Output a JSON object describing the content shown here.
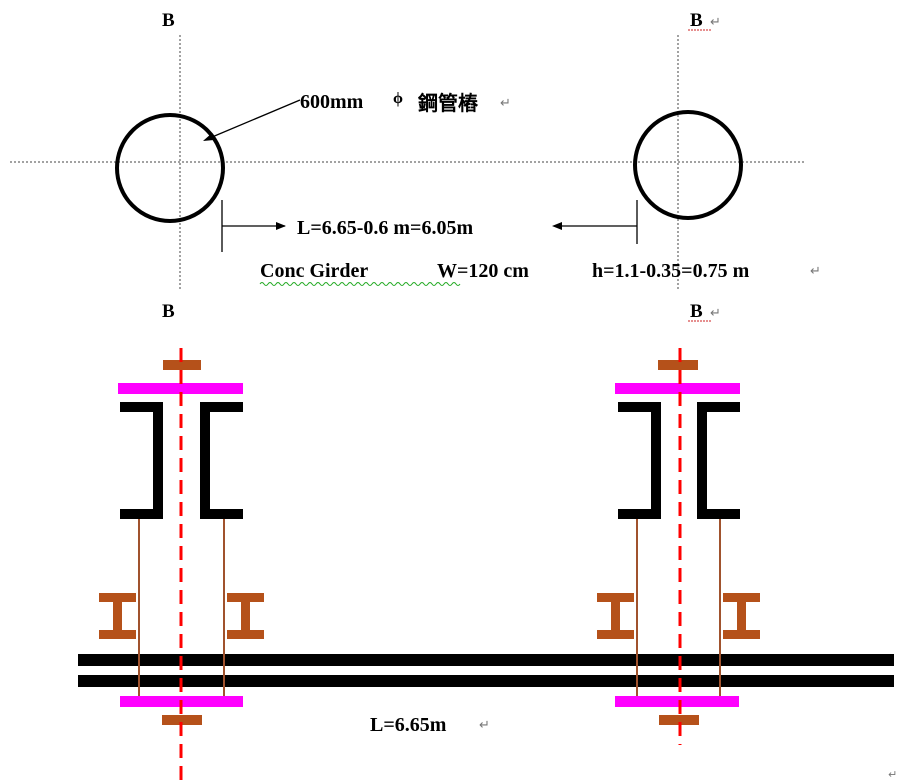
{
  "labels": {
    "section_left_top": "B",
    "section_right_top": "B",
    "section_left_bottom": "B",
    "section_right_bottom": "B",
    "pile_label": "600mm",
    "phi_symbol": "ϕ",
    "pile_label_cn": "鋼管樁",
    "span_top": "L=6.65-0.6 m=6.05m",
    "girder_name": "Conc Girder",
    "girder_width": "W=120 cm",
    "girder_height": "h=1.1-0.35=0.75 m",
    "span_bottom": "L=6.65m",
    "paragraph_mark": "↵"
  },
  "colors": {
    "flange_plate": "#ff00ff",
    "centerline": "#ff0000",
    "bracket": "#b5511a",
    "column_line": "#a0522d",
    "steel": "#000000",
    "spellcheck": "#22aa22"
  }
}
